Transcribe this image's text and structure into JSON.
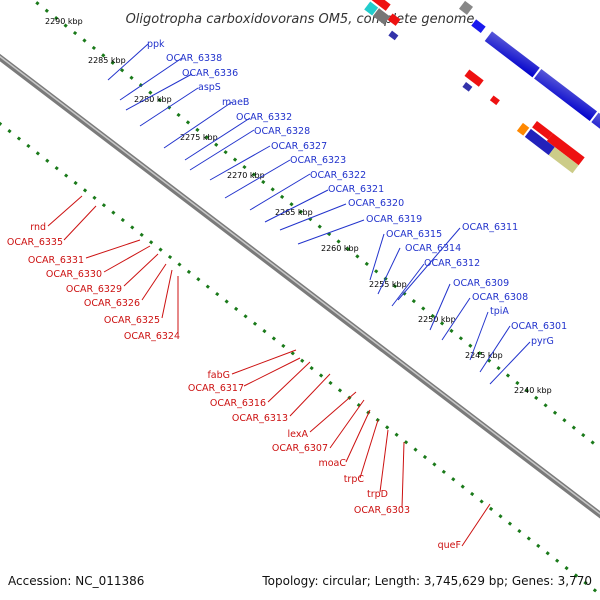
{
  "title": "Oligotropha carboxidovorans OM5, complete genome",
  "footer": {
    "accession": "Accession: NC_011386",
    "summary": "Topology: circular; Length: 3,745,629 bp; Genes: 3,770"
  },
  "colors": {
    "backbone": "#888888",
    "forward_gene": "#1a1aee",
    "reverse_gene": "#ee1111",
    "forward_label": "#2233cc",
    "reverse_label": "#cc1111",
    "tick": "#1a7a1a"
  },
  "scale_labels": [
    {
      "id": "k2290",
      "text": "2290 kbp"
    },
    {
      "id": "k2285",
      "text": "2285 kbp"
    },
    {
      "id": "k2280",
      "text": "2280 kbp"
    },
    {
      "id": "k2275",
      "text": "2275 kbp"
    },
    {
      "id": "k2270",
      "text": "2270 kbp"
    },
    {
      "id": "k2265",
      "text": "2265 kbp"
    },
    {
      "id": "k2260",
      "text": "2260 kbp"
    },
    {
      "id": "k2255",
      "text": "2255 kbp"
    },
    {
      "id": "k2250",
      "text": "2250 kbp"
    },
    {
      "id": "k2245",
      "text": "2245 kbp"
    },
    {
      "id": "k2240",
      "text": "2240 kbp"
    }
  ],
  "forward_labels": [
    {
      "id": "f_ppk",
      "text": "ppk"
    },
    {
      "id": "f_6338",
      "text": "OCAR_6338"
    },
    {
      "id": "f_6336",
      "text": "OCAR_6336"
    },
    {
      "id": "f_aspS",
      "text": "aspS"
    },
    {
      "id": "f_maeB",
      "text": "maeB"
    },
    {
      "id": "f_6332",
      "text": "OCAR_6332"
    },
    {
      "id": "f_6328",
      "text": "OCAR_6328"
    },
    {
      "id": "f_6327",
      "text": "OCAR_6327"
    },
    {
      "id": "f_6323",
      "text": "OCAR_6323"
    },
    {
      "id": "f_6322",
      "text": "OCAR_6322"
    },
    {
      "id": "f_6321",
      "text": "OCAR_6321"
    },
    {
      "id": "f_6320",
      "text": "OCAR_6320"
    },
    {
      "id": "f_6319",
      "text": "OCAR_6319"
    },
    {
      "id": "f_6315",
      "text": "OCAR_6315"
    },
    {
      "id": "f_6314",
      "text": "OCAR_6314"
    },
    {
      "id": "f_6312",
      "text": "OCAR_6312"
    },
    {
      "id": "f_6311",
      "text": "OCAR_6311"
    },
    {
      "id": "f_6309",
      "text": "OCAR_6309"
    },
    {
      "id": "f_6308",
      "text": "OCAR_6308"
    },
    {
      "id": "f_tpiA",
      "text": "tpiA"
    },
    {
      "id": "f_6301",
      "text": "OCAR_6301"
    },
    {
      "id": "f_pyrG",
      "text": "pyrG"
    }
  ],
  "reverse_labels": [
    {
      "id": "r_rnd",
      "text": "rnd"
    },
    {
      "id": "r_6335",
      "text": "OCAR_6335"
    },
    {
      "id": "r_6331",
      "text": "OCAR_6331"
    },
    {
      "id": "r_6330",
      "text": "OCAR_6330"
    },
    {
      "id": "r_6329",
      "text": "OCAR_6329"
    },
    {
      "id": "r_6326",
      "text": "OCAR_6326"
    },
    {
      "id": "r_6325",
      "text": "OCAR_6325"
    },
    {
      "id": "r_6324",
      "text": "OCAR_6324"
    },
    {
      "id": "r_fabG",
      "text": "fabG"
    },
    {
      "id": "r_6317",
      "text": "OCAR_6317"
    },
    {
      "id": "r_6316",
      "text": "OCAR_6316"
    },
    {
      "id": "r_6313",
      "text": "OCAR_6313"
    },
    {
      "id": "r_lexA",
      "text": "lexA"
    },
    {
      "id": "r_6307",
      "text": "OCAR_6307"
    },
    {
      "id": "r_moaC",
      "text": "moaC"
    },
    {
      "id": "r_trpC",
      "text": "trpC"
    },
    {
      "id": "r_trpD",
      "text": "trpD"
    },
    {
      "id": "r_6303",
      "text": "OCAR_6303"
    },
    {
      "id": "r_queF",
      "text": "queF"
    }
  ]
}
